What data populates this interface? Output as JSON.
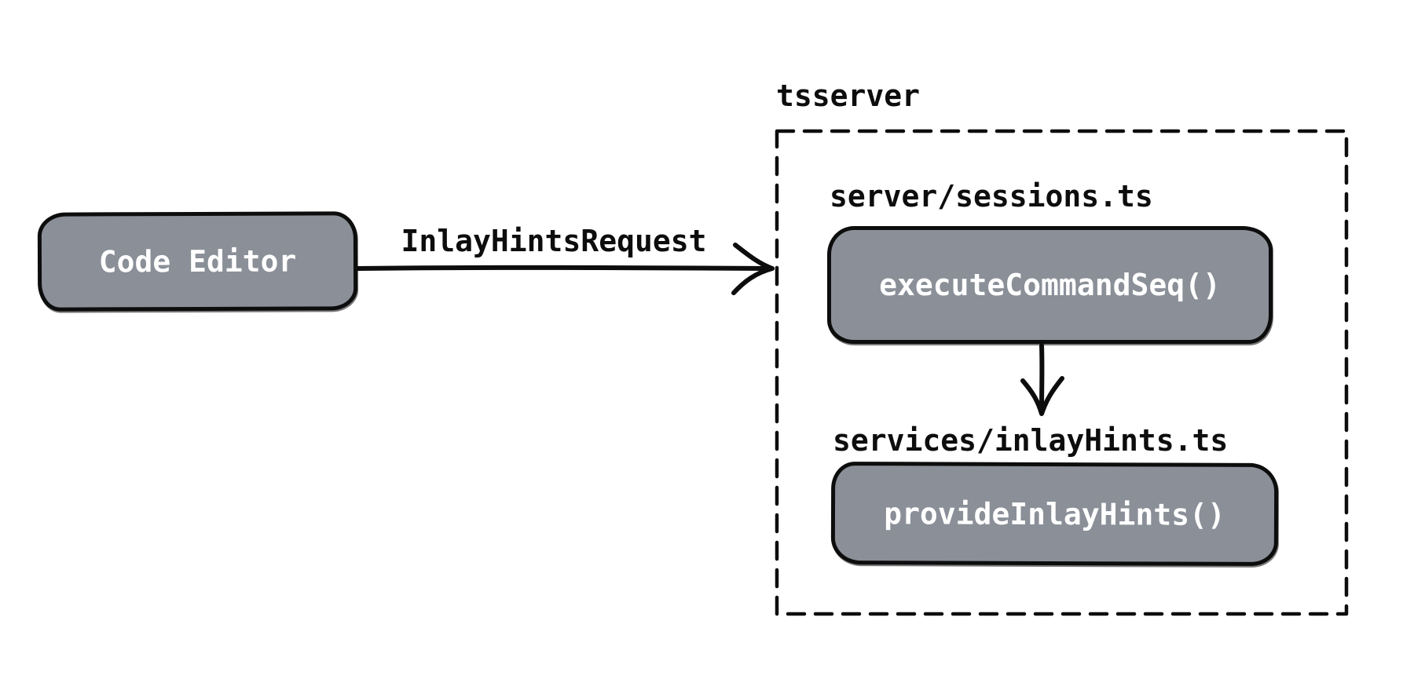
{
  "diagram": {
    "type": "flow-diagram",
    "colors": {
      "stroke": "#0d0d0d",
      "node_fill": "#8a8f98",
      "node_text": "#ffffff",
      "label_text": "#0d0d0d",
      "background": "#ffffff"
    },
    "container": {
      "id": "tsserver",
      "label": "tsserver",
      "style": "dashed-border"
    },
    "nodes": {
      "code_editor": {
        "label": "Code Editor"
      },
      "execute_command_seq": {
        "label": "executeCommandSeq()",
        "file_label": "server/sessions.ts",
        "inside": "tsserver"
      },
      "provide_inlay_hints": {
        "label": "provideInlayHints()",
        "file_label": "services/inlayHints.ts",
        "inside": "tsserver"
      }
    },
    "edges": [
      {
        "from": "code_editor",
        "to": "execute_command_seq",
        "label": "InlayHintsRequest",
        "direction": "right"
      },
      {
        "from": "execute_command_seq",
        "to": "provide_inlay_hints",
        "label": "",
        "direction": "down"
      }
    ]
  }
}
